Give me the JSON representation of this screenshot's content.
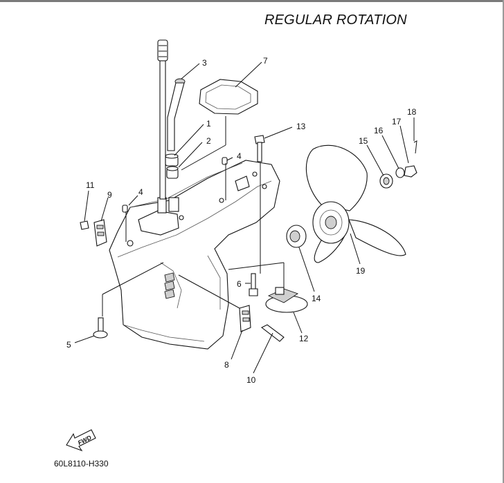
{
  "diagram": {
    "title": "REGULAR ROTATION",
    "drawing_code": "60L8110-H330",
    "fwd_label": "FWD",
    "callouts": [
      "1",
      "2",
      "3",
      "4",
      "4",
      "5",
      "6",
      "7",
      "8",
      "9",
      "10",
      "11",
      "12",
      "13",
      "14",
      "15",
      "16",
      "17",
      "18",
      "19"
    ]
  }
}
